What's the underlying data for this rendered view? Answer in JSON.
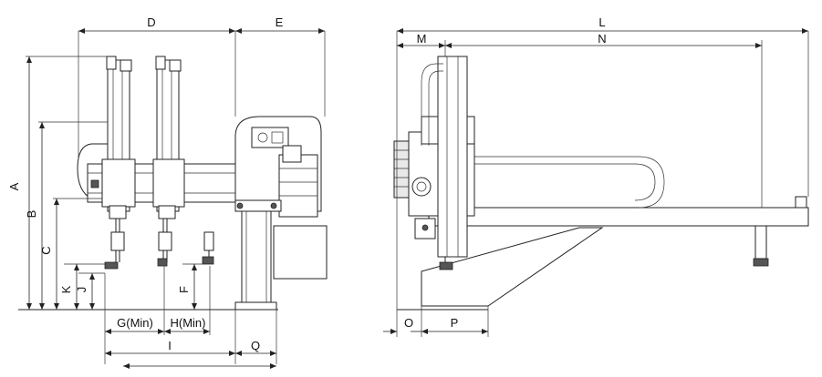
{
  "dimensions": {
    "A": "A",
    "B": "B",
    "C": "C",
    "D": "D",
    "E": "E",
    "F": "F",
    "G": "G(Min)",
    "H": "H(Min)",
    "I": "I",
    "J": "J",
    "K": "K",
    "L": "L",
    "M": "M",
    "N": "N",
    "O": "O",
    "P": "P",
    "Q": "Q"
  },
  "colors": {
    "line": "#222222",
    "background": "#ffffff"
  }
}
